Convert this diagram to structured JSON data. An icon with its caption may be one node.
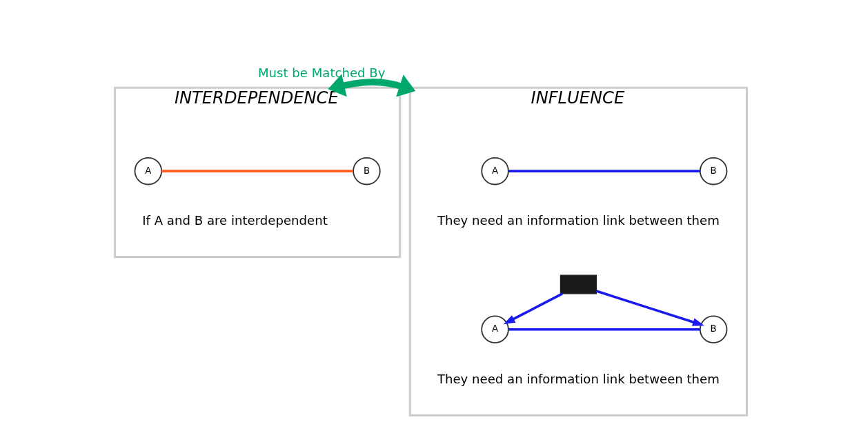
{
  "diagram": {
    "nodes": [
      {
        "text": [
          "INTERDEPENDENCE"
        ]
      },
      {
        "text": [
          "A"
        ],
        "in": 0
      },
      {
        "text": [
          "B"
        ],
        "in": 0
      },
      {
        "text": [
          "INFLUENCE"
        ]
      },
      {
        "text": [
          "A"
        ],
        "in": 3
      },
      {
        "text": [
          "B"
        ],
        "in": 3
      },
      {
        "text": [],
        "shape": "box",
        "in": 3
      },
      {
        "text": [
          "A"
        ],
        "in": 3
      },
      {
        "text": [
          "B"
        ],
        "in": 3
      }
    ],
    "edges": [
      {
        "from": 0,
        "to": 3,
        "arrow": "both",
        "label": "Must be Matched By",
        "style": "thick",
        "color": "#00a86b"
      },
      {
        "from": 1,
        "to": 2,
        "arrow": "none",
        "color": "#ff5a1f"
      },
      {
        "from": 4,
        "to": 5,
        "arrow": "none"
      },
      {
        "from": 6,
        "to": 7,
        "arrow": "to"
      },
      {
        "from": 6,
        "to": 8,
        "arrow": "to"
      },
      {
        "from": 7,
        "to": 8,
        "arrow": "none"
      }
    ],
    "labels": [
      "If A and B are interdependent",
      "They need an information link between them",
      "They need an information link between them"
    ]
  }
}
